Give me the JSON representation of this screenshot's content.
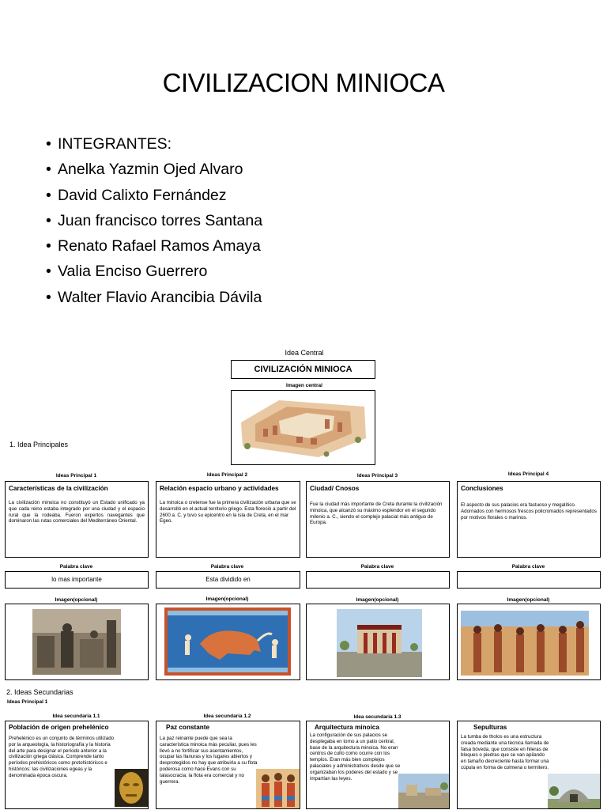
{
  "title": "CIVILIZACION MINIOCA",
  "members": [
    "INTEGRANTES:",
    "Anelka Yazmin Ojed Alvaro",
    "David Calixto Fernández",
    "Juan francisco torres Santana",
    "Renato Rafael Ramos Amaya",
    "Valia Enciso Guerrero",
    "Walter Flavio Arancibia Dávila"
  ],
  "central": {
    "label": "Idea Central",
    "title": "CIVILIZACIÓN MINIOCA",
    "image_label": "Imagen central"
  },
  "section1_label": "1. Idea Principales",
  "section2_label": "2. Ideas Secundarias",
  "section2_sub": "Ideas Principal 1",
  "keyword_label": "Palabra clave",
  "image_label": "Imagen(opcional)",
  "principal": [
    {
      "label": "Ideas Principal 1",
      "heading": "Características de la civilización",
      "text": "La civilización minoica no constituyó un Estado unificado ya que cada reino estaba integrado por una ciudad y el espacio rural que la rodeaba. Fueron expertos navegantes que dominaron las rutas comerciales del Mediterráneo Oriental.",
      "keyword": "lo mas importante"
    },
    {
      "label": "Ideas Principal 2",
      "heading": "Relación espacio urbano y actividades",
      "text": "La minoica o cretense fue la primera civilización urbana que se desarrolló en el actual territorio griego. Esta floreció a partir del 2600 a. C. y tuvo su epicentro en la isla de Creta, en el mar Egeo.",
      "keyword": "Esta dividido en"
    },
    {
      "label": "Ideas Principal 3",
      "heading": "Ciudad/ Cnosos",
      "text": "Fue la ciudad más importante de Creta durante la civilización minoica, que alcanzó su máximo esplendor en el segundo milenio a. C., siendo el complejo palacial más antiguo de Europa.",
      "keyword": ""
    },
    {
      "label": "Ideas Principal 4",
      "heading": "Conclusiones",
      "text": "El aspecto de sus palacios era fastuoso y megalítico. Adornados con hermosos frescos policromados representados por motivos florales o marinos.",
      "keyword": ""
    }
  ],
  "secondary": [
    {
      "label": "Idea secundaria 1.1",
      "heading": "Población de origen preheléníco",
      "text": "Prehelénico es un conjunto de términos utilizado por la arqueología, la historiografía y la historia del arte para designar el período anterior a la civilización griega clásica. Comprende tanto períodos prehistóricos como protohistóricos e históricos: las civilizaciones egeas y la denominada época oscura."
    },
    {
      "label": "Idea secundaria 1.2",
      "heading": "Paz constante",
      "text": "La paz reinante puede que sea la característica minoica más peculiar, pues les llevó a no fortificar sus asentamientos, ocupar las llanuras y los lugares abiertos y desprotegidos no hay que atribuirla a su flota poderosa como hace Evans con su talasocracia; la flota era comercial y no guerrera."
    },
    {
      "label": "Idea secundaria 1.3",
      "heading": "Arquitectura minoica",
      "text": "La configuración de sus palacios se desplegaba en torno a un patio central, base de la arquitectura minoica. No eran centros de culto como ocurre con los templos. Eran más bien complejos palaciales y administrativos desde que se organizaban los poderes del estado y se impartían las leyes."
    },
    {
      "label": "",
      "heading": "Sepulturas",
      "text": "La tumba de tholos es una estructura creada mediante una técnica llamada de falsa bóveda, que consiste en hileras de bloques o piedras que se van apilando en tamaño decreciente hasta formar una cúpula en forma de colmena o termitero."
    }
  ],
  "colors": {
    "border": "#000000",
    "fresco_blue": "#2f6fb3",
    "fresco_red": "#c8522a",
    "gold": "#c9982f"
  }
}
